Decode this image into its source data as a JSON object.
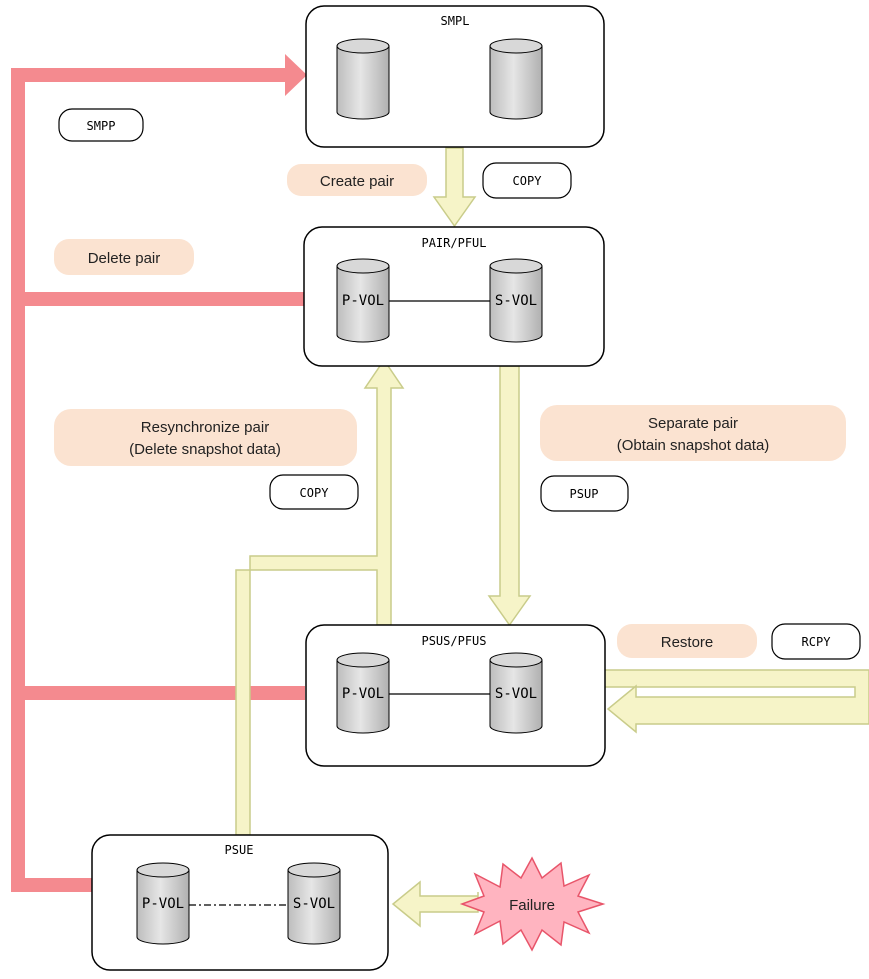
{
  "colors": {
    "red_line": "#f48a8f",
    "yellow_arrow_fill": "#f6f4c8",
    "yellow_arrow_stroke": "#c9cc8a",
    "action_fill": "#fbe3d1",
    "box_stroke": "#000000",
    "cylinder_fill": "#cfcfcf",
    "failure_fill": "#ffb4c0",
    "failure_stroke": "#e8556a"
  },
  "states": {
    "smpl": "SMPL",
    "pair": "PAIR/PFUL",
    "psus": "PSUS/PFUS",
    "psue": "PSUE"
  },
  "volumes": {
    "pvol": "P-VOL",
    "svol": "S-VOL"
  },
  "actions": {
    "create": "Create pair",
    "delete": "Delete pair",
    "resync_line1": "Resynchronize pair",
    "resync_line2": "(Delete snapshot data)",
    "separate_line1": "Separate pair",
    "separate_line2": "(Obtain snapshot data)",
    "restore": "Restore"
  },
  "tags": {
    "smpp": "SMPP",
    "copy_create": "COPY",
    "copy_resync": "COPY",
    "psup": "PSUP",
    "rcpy": "RCPY"
  },
  "failure": "Failure"
}
